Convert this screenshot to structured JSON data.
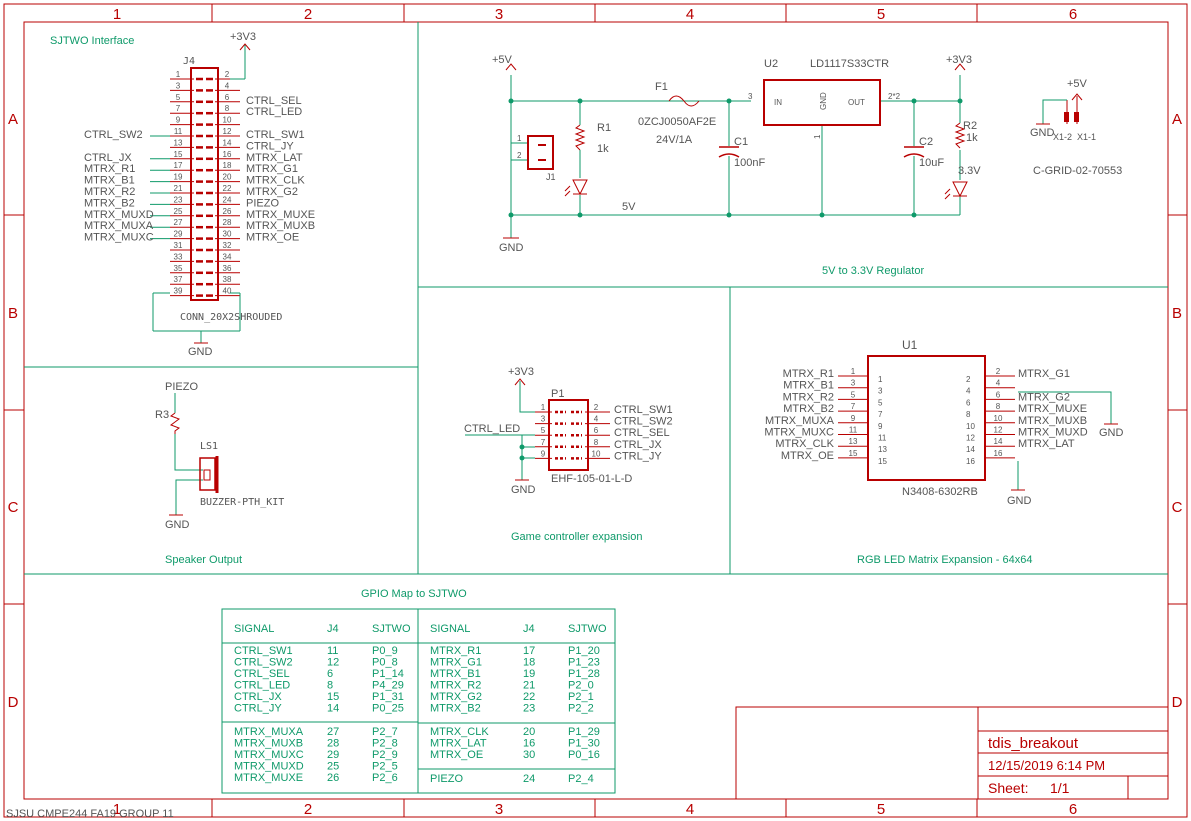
{
  "colors": {
    "red": "#b80000",
    "green": "#0f9a6a",
    "gray": "#555555"
  },
  "frame": {
    "cols": [
      "1",
      "2",
      "3",
      "4",
      "5",
      "6"
    ],
    "rows": [
      "A",
      "B",
      "C",
      "D"
    ],
    "footer": "SJSU CMPE244 FA19 GROUP 11"
  },
  "sections": {
    "sjtwo": "SJTWO Interface",
    "regulator": "5V to 3.3V Regulator",
    "speaker": "Speaker Output",
    "game": "Game controller expansion",
    "rgb": "RGB LED Matrix Expansion - 64x64",
    "gpio": "GPIO Map to SJTWO"
  },
  "j4": {
    "name": "J4",
    "vcc": "+3V3",
    "gnd": "GND",
    "part": "CONN_20X2SHROUDED",
    "left_pins": [
      "1",
      "3",
      "5",
      "7",
      "9",
      "11",
      "13",
      "15",
      "17",
      "19",
      "21",
      "23",
      "25",
      "27",
      "29",
      "31",
      "33",
      "35",
      "37",
      "39"
    ],
    "right_pins": [
      "2",
      "4",
      "6",
      "8",
      "10",
      "12",
      "14",
      "16",
      "18",
      "20",
      "22",
      "24",
      "26",
      "28",
      "30",
      "32",
      "34",
      "36",
      "38",
      "40"
    ],
    "left_nets": [
      "",
      "",
      "",
      "",
      "",
      "CTRL_SW2",
      "",
      "CTRL_JX",
      "MTRX_R1",
      "MTRX_B1",
      "MTRX_R2",
      "MTRX_B2",
      "MTRX_MUXD",
      "MTRX_MUXA",
      "MTRX_MUXC",
      "",
      "",
      "",
      "",
      ""
    ],
    "right_nets": [
      "",
      "",
      "CTRL_SEL",
      "CTRL_LED",
      "",
      "CTRL_SW1",
      "CTRL_JY",
      "MTRX_LAT",
      "MTRX_G1",
      "MTRX_CLK",
      "MTRX_G2",
      "PIEZO",
      "MTRX_MUXE",
      "MTRX_MUXB",
      "MTRX_OE",
      "",
      "",
      "",
      "",
      ""
    ]
  },
  "regulator": {
    "in_label": "+5V",
    "out_label": "+3V3",
    "gnd": "GND",
    "fuse_ref": "F1",
    "fuse_part": "0ZCJ0050AF2E",
    "fuse_rating": "24V/1A",
    "u2_ref": "U2",
    "u2_part": "LD1117S33CTR",
    "u2_in": "IN",
    "u2_gnd": "GND",
    "u2_out": "OUT",
    "u2_pin_in": "3",
    "u2_pin_gnd": "1",
    "u2_pin_out": "2*2",
    "r1_ref": "R1",
    "r1_val": "1k",
    "r2_ref": "R2",
    "r2_val": "1k",
    "c1_ref": "C1",
    "c1_val": "100nF",
    "c2_ref": "C2",
    "c2_val": "10uF",
    "j1_ref": "J1",
    "j1_pin1": "1",
    "j1_pin2": "2",
    "net_5v": "5V",
    "net_3v3": "3.3V",
    "x1_vcc": "+5V",
    "x1_gnd": "GND",
    "x1_pin2": "X1-2",
    "x1_pin1": "X1-1",
    "x1_part": "C-GRID-02-70553"
  },
  "speaker": {
    "net": "PIEZO",
    "r_ref": "R3",
    "ls_ref": "LS1",
    "ls_part": "BUZZER-PTH_KIT",
    "gnd": "GND"
  },
  "game": {
    "vcc": "+3V3",
    "ref": "P1",
    "part": "EHF-105-01-L-D",
    "gnd": "GND",
    "led_label": "CTRL_LED",
    "left_pins": [
      "1",
      "3",
      "5",
      "7",
      "9"
    ],
    "right_pins": [
      "2",
      "4",
      "6",
      "8",
      "10"
    ],
    "right_nets": [
      "CTRL_SW1",
      "CTRL_SW2",
      "CTRL_SEL",
      "CTRL_JX",
      "CTRL_JY"
    ]
  },
  "rgb": {
    "ref": "U1",
    "part": "N3408-6302RB",
    "gnd_right": "GND",
    "gnd_bottom": "GND",
    "left_pins": [
      "1",
      "3",
      "5",
      "7",
      "9",
      "11",
      "13",
      "15"
    ],
    "right_pins": [
      "2",
      "4",
      "6",
      "8",
      "10",
      "12",
      "14",
      "16"
    ],
    "left_nets": [
      "MTRX_R1",
      "MTRX_B1",
      "MTRX_R2",
      "MTRX_B2",
      "MTRX_MUXA",
      "MTRX_MUXC",
      "MTRX_CLK",
      "MTRX_OE"
    ],
    "right_nets": [
      "MTRX_G1",
      "",
      "MTRX_G2",
      "MTRX_MUXE",
      "MTRX_MUXB",
      "MTRX_MUXD",
      "MTRX_LAT",
      ""
    ]
  },
  "gpio_table": {
    "headers": [
      "SIGNAL",
      "J4",
      "SJTWO",
      "SIGNAL",
      "J4",
      "SJTWO"
    ],
    "left_group1": [
      [
        "CTRL_SW1",
        "11",
        "P0_9"
      ],
      [
        "CTRL_SW2",
        "12",
        "P0_8"
      ],
      [
        "CTRL_SEL",
        "6",
        "P1_14"
      ],
      [
        "CTRL_LED",
        "8",
        "P4_29"
      ],
      [
        "CTRL_JX",
        "15",
        "P1_31"
      ],
      [
        "CTRL_JY",
        "14",
        "P0_25"
      ]
    ],
    "left_group2": [
      [
        "MTRX_MUXA",
        "27",
        "P2_7"
      ],
      [
        "MTRX_MUXB",
        "28",
        "P2_8"
      ],
      [
        "MTRX_MUXC",
        "29",
        "P2_9"
      ],
      [
        "MTRX_MUXD",
        "25",
        "P2_5"
      ],
      [
        "MTRX_MUXE",
        "26",
        "P2_6"
      ]
    ],
    "right_group1": [
      [
        "MTRX_R1",
        "17",
        "P1_20"
      ],
      [
        "MTRX_G1",
        "18",
        "P1_23"
      ],
      [
        "MTRX_B1",
        "19",
        "P1_28"
      ],
      [
        "MTRX_R2",
        "21",
        "P2_0"
      ],
      [
        "MTRX_G2",
        "22",
        "P2_1"
      ],
      [
        "MTRX_B2",
        "23",
        "P2_2"
      ]
    ],
    "right_group2": [
      [
        "MTRX_CLK",
        "20",
        "P1_29"
      ],
      [
        "MTRX_LAT",
        "16",
        "P1_30"
      ],
      [
        "MTRX_OE",
        "30",
        "P0_16"
      ]
    ],
    "right_group3": [
      [
        "PIEZO",
        "24",
        "P2_4"
      ]
    ]
  },
  "title_block": {
    "name": "tdis_breakout",
    "date": "12/15/2019 6:14 PM",
    "sheet_label": "Sheet:",
    "sheet_value": "1/1"
  }
}
